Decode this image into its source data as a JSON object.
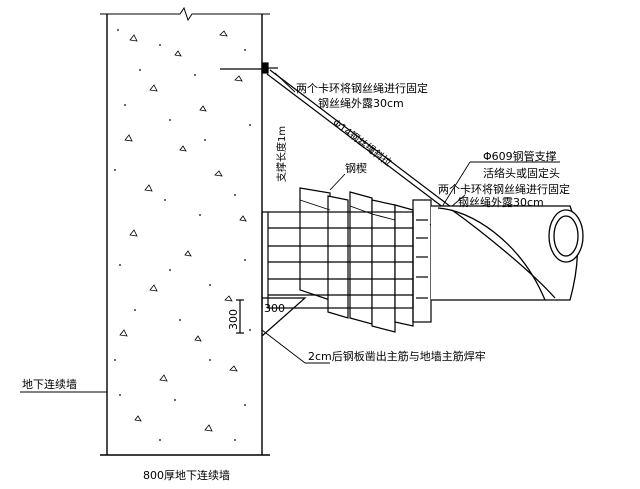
{
  "labels": {
    "clamp_top_line1": "两个卡环将钢丝绳进行固定",
    "clamp_top_line2": "钢丝绳外露30cm",
    "wire_rope": "Φ14钢丝绳斜拉",
    "support_length": "支撑长度1m",
    "steel_wedge": "钢楔",
    "pipe": "Φ609钢管支撑",
    "active_end": "活络头或固定头",
    "clamp_right_line1": "两个卡环将钢丝绳进行固定",
    "clamp_right_line2": "钢丝绳外露30cm",
    "dim_h": "300",
    "dim_v": "300",
    "weld_note": "2cm后钢板凿出主筋与地墙主筋焊牢",
    "wall_left": "地下连续墙",
    "wall_bottom": "800厚地下连续墙"
  },
  "colors": {
    "line": "#000000",
    "background": "#ffffff"
  }
}
